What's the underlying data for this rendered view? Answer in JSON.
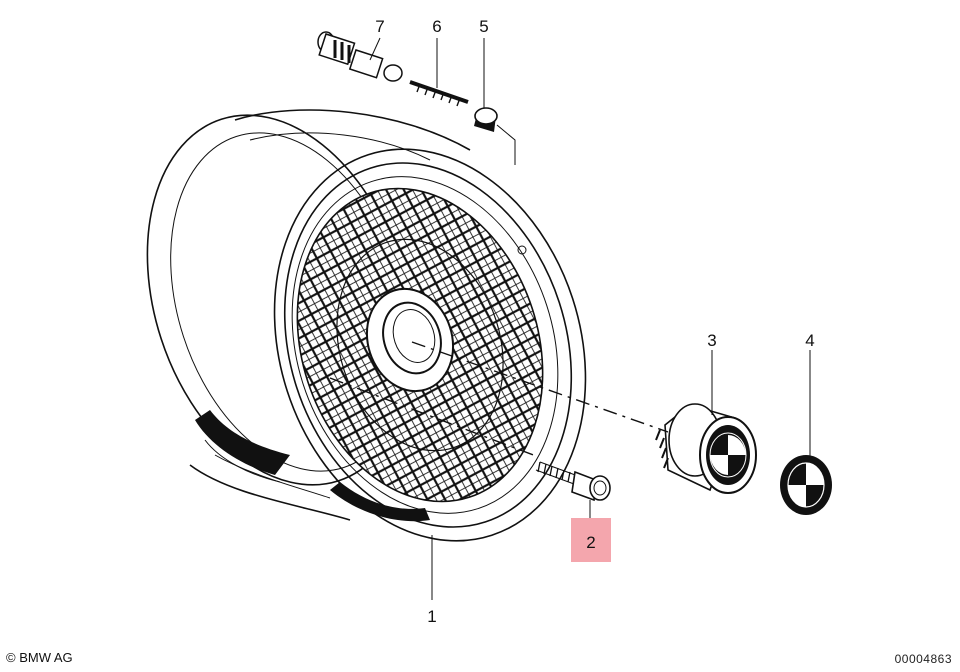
{
  "callouts": [
    {
      "id": "1",
      "label": "1"
    },
    {
      "id": "2",
      "label": "2",
      "highlight_color": "#f4a6ad"
    },
    {
      "id": "3",
      "label": "3"
    },
    {
      "id": "4",
      "label": "4"
    },
    {
      "id": "5",
      "label": "5"
    },
    {
      "id": "6",
      "label": "6"
    },
    {
      "id": "7",
      "label": "7"
    }
  ],
  "footer": {
    "copyright": "BMW AG",
    "document_number": "00004863"
  }
}
